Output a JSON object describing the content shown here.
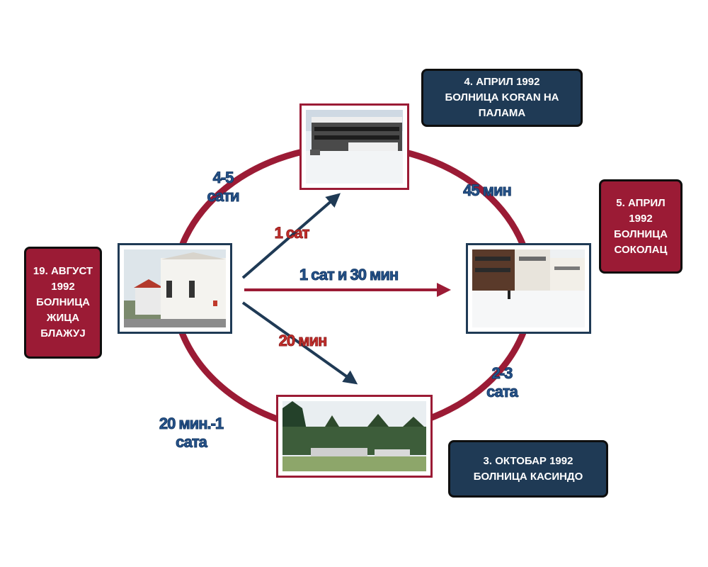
{
  "labels": {
    "koran": "4. АПРИЛ 1992\nБОЛНИЦА KORAN НА\nПАЛАМА",
    "sokolac": "5. АПРИЛ\n1992\nБОЛНИЦА\nСОКОЛАЦ",
    "zica": "19. АВГУСТ\n1992\nБОЛНИЦА\nЖИЦА\nБЛАЖУЈ",
    "kasindo": "3. ОКТОБАР 1992\nБОЛНИЦА КАСИНДО"
  },
  "times": {
    "zica_koran": "4-5\nсати",
    "koran_sokolac": "45 мин",
    "sokolac_kasindo": "2-3\nсата",
    "kasindo_zica": "20 мин.-1\nсата",
    "arrow_koran": "1 сат",
    "arrow_sokolac": "1 сат и 30 мин",
    "arrow_kasindo": "20 мин"
  },
  "colors": {
    "cycle": "#9b1b35",
    "arrow_navy": "#1f3a55",
    "arrow_red": "#9b1b35",
    "box_navy": "#1f3a55",
    "box_red": "#9b1b35"
  }
}
